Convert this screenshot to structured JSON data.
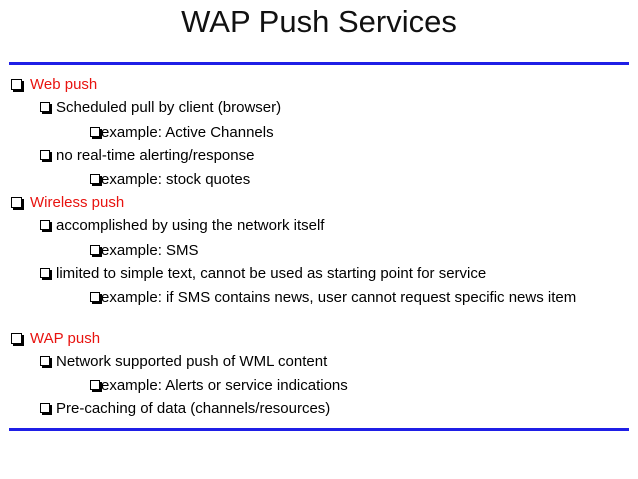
{
  "title": "WAP Push Services",
  "colors": {
    "heading_bullet": "#e8130f",
    "rule": "#1f1fe6",
    "text": "#000000"
  },
  "sections": [
    {
      "label": "Web push",
      "items": [
        {
          "label": "Scheduled pull by client (browser)",
          "examples": [
            "example: Active Channels"
          ]
        },
        {
          "label": "no real-time alerting/response",
          "examples": [
            "example: stock quotes"
          ]
        }
      ]
    },
    {
      "label": "Wireless push",
      "items": [
        {
          "label": "accomplished by using the network itself",
          "examples": [
            "example: SMS"
          ]
        },
        {
          "label": "limited to simple text, cannot be used as starting point for service",
          "examples": [
            "example: if SMS contains news, user cannot request specific news item"
          ]
        }
      ]
    },
    {
      "label": "WAP push",
      "items": [
        {
          "label": "Network supported push of WML content",
          "examples": [
            "example: Alerts or service indications"
          ]
        },
        {
          "label": "Pre-caching of data (channels/resources)",
          "examples": []
        }
      ]
    }
  ]
}
